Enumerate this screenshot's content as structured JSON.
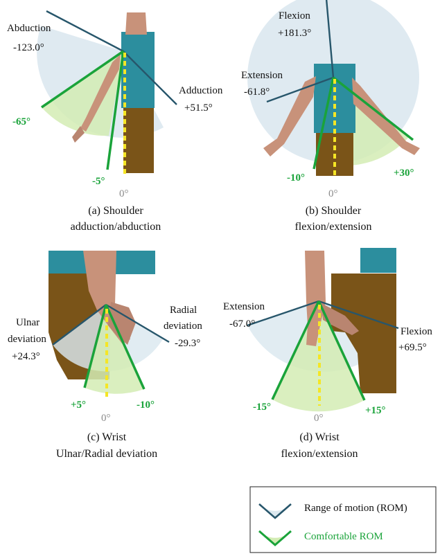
{
  "panels": {
    "a": {
      "caption_line1": "(a) Shoulder",
      "caption_line2": "adduction/abduction",
      "rom_min_label_name": "Abduction",
      "rom_min_label_value": "-123.0°",
      "rom_max_label_name": "Adduction",
      "rom_max_label_value": "+51.5°",
      "comfort_min": "-65°",
      "comfort_max": "-5°",
      "zero": "0°"
    },
    "b": {
      "caption_line1": "(b) Shoulder",
      "caption_line2": "flexion/extension",
      "rom_max_label_name": "Flexion",
      "rom_max_label_value": "+181.3°",
      "rom_min_label_name": "Extension",
      "rom_min_label_value": "-61.8°",
      "comfort_min": "-10°",
      "comfort_max": "+30°",
      "zero": "0°"
    },
    "c": {
      "caption_line1": "(c) Wrist",
      "caption_line2": "Ulnar/Radial deviation",
      "rom_right_label_name1": "Radial",
      "rom_right_label_name2": "deviation",
      "rom_right_label_value": "-29.3°",
      "rom_left_label_name1": "Ulnar",
      "rom_left_label_name2": "deviation",
      "rom_left_label_value": "+24.3°",
      "comfort_left": "+5°",
      "comfort_right": "-10°",
      "zero": "0°"
    },
    "d": {
      "caption_line1": "(d) Wrist",
      "caption_line2": "flexion/extension",
      "rom_left_label_name": "Extension",
      "rom_left_label_value": "-67.0°",
      "rom_right_label_name": "Flexion",
      "rom_right_label_value": "+69.5°",
      "comfort_left": "-15°",
      "comfort_right": "+15°",
      "zero": "0°"
    }
  },
  "legend": {
    "rom": "Range of motion (ROM)",
    "comfortable": "Comfortable ROM"
  },
  "colors": {
    "rom_fill": "#dbe8ef",
    "rom_line": "#27566b",
    "comfort_fill": "#d3ecb4",
    "comfort_line": "#1aa33a",
    "zero_line": "#f5e625",
    "shirt": "#2c8e9e",
    "pants": "#7a5418",
    "skin": "#c8927a"
  }
}
